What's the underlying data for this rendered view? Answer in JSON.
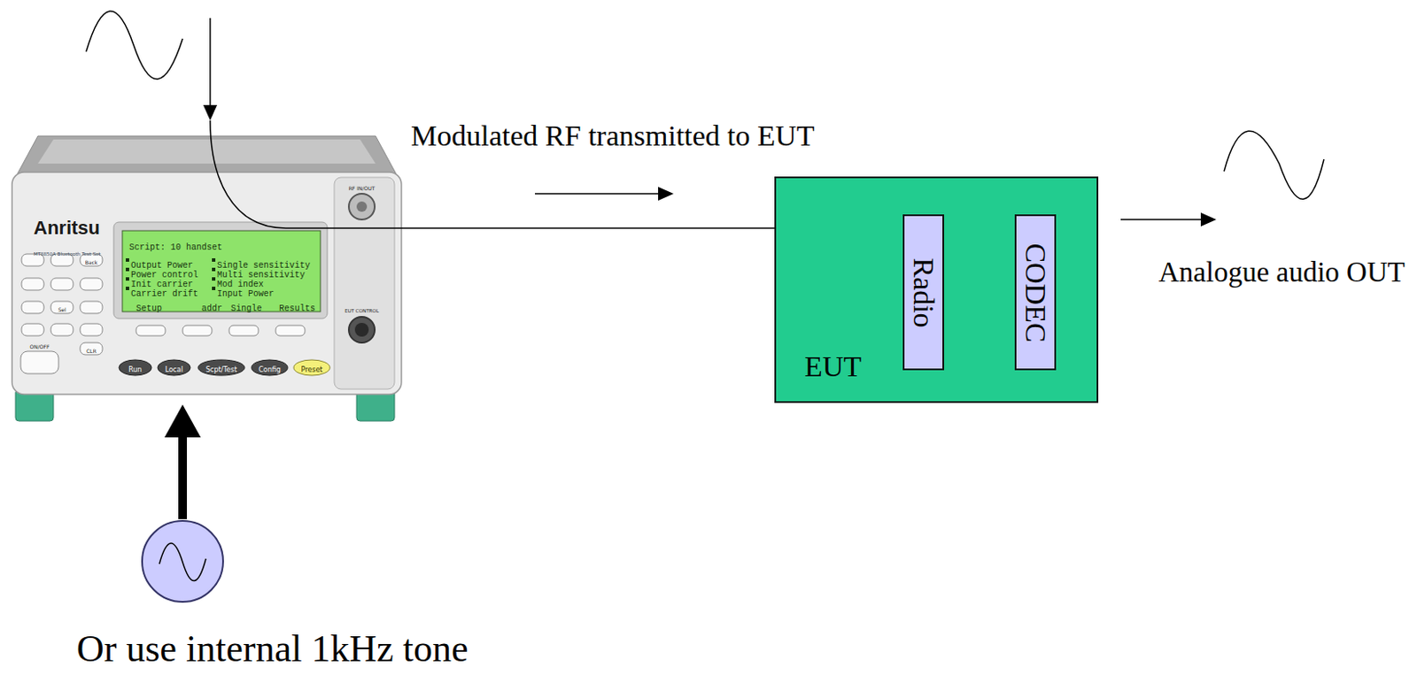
{
  "diagram": {
    "nodes": [
      {
        "text": [
          "Anritsu"
        ]
      },
      {
        "text": [
          "EUT"
        ]
      },
      {
        "text": [
          "Radio"
        ],
        "in": 1
      },
      {
        "text": [
          "CODEC"
        ],
        "in": 1
      },
      {
        "text": [
          "Or use internal 1kHz tone"
        ]
      }
    ],
    "edges": [
      {
        "from": 4,
        "to": 0,
        "arrow": "to"
      },
      {
        "from": 0,
        "to": 1,
        "arrow": "none",
        "label": "Modulated RF transmitted to EUT"
      }
    ],
    "labels": [
      "Script: 10 handset",
      "Output Power",
      "Power control",
      "Init carrier",
      "Carrier drift",
      "Single sensitivity",
      "Multi sensitivity",
      "Mod index",
      "Input Power",
      "Setup",
      "addr",
      "Single",
      "Results",
      "Run",
      "Local",
      "Scpt/Test",
      "Config",
      "Preset",
      "MT8850A Bluetooth Test Set",
      "Back",
      "Sel",
      "CLR",
      "ON/OFF",
      "RF IN/OUT",
      "EUT CONTROL",
      "Analogue audio OUT"
    ]
  }
}
